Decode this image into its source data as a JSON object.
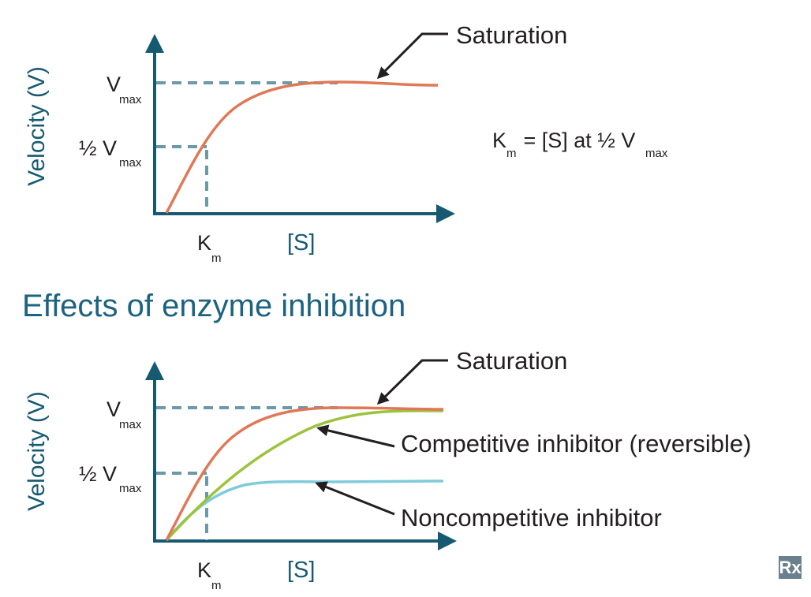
{
  "colors": {
    "axis": "#165a72",
    "dash": "#6a9aa8",
    "uninhibited": "#e07858",
    "competitive": "#9cc33b",
    "noncompetitive": "#7fcbdc",
    "text": "#231f20"
  },
  "top_chart": {
    "ylabel": "Velocity (V)",
    "xlabel": "[S]",
    "vmax_label": "V",
    "vmax_sub": "max",
    "half_vmax_label": "½ V",
    "half_vmax_sub": "max",
    "km_label": "K",
    "km_sub": "m",
    "annotation": "Saturation",
    "formula": {
      "k": "K",
      "k_sub": "m",
      "rest": " = [S] at ½ V",
      "v_sub": "max"
    }
  },
  "section_title": "Effects of enzyme inhibition",
  "bottom_chart": {
    "ylabel": "Velocity (V)",
    "xlabel": "[S]",
    "vmax_label": "V",
    "vmax_sub": "max",
    "half_vmax_label": "½ V",
    "half_vmax_sub": "max",
    "km_label": "K",
    "km_sub": "m",
    "annotations": [
      "Saturation",
      "Competitive inhibitor (reversible)",
      "Noncompetitive inhibitor"
    ]
  },
  "logo": "Rx"
}
